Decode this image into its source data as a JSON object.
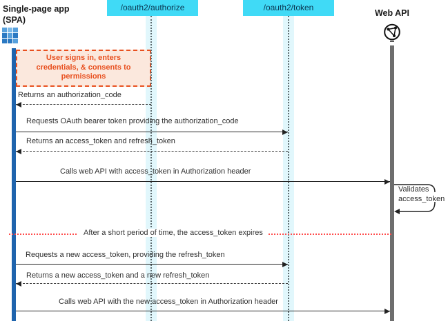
{
  "actors": {
    "spa": {
      "line1": "Single-page app",
      "line2": "(SPA)"
    },
    "authorize": {
      "label": "/oauth2/authorize"
    },
    "token": {
      "label": "/oauth2/token"
    },
    "webapi": {
      "label": "Web API"
    }
  },
  "note": {
    "lines": [
      "User signs in, enters",
      "credentials, & consents to",
      "permissions"
    ]
  },
  "messages": [
    {
      "text": "Returns an authorization_code",
      "style": "dashed",
      "from": "authorize",
      "to": "spa"
    },
    {
      "text": "Requests OAuth bearer token providing the authorization_code",
      "style": "solid",
      "from": "spa",
      "to": "token"
    },
    {
      "text": "Returns an access_token and refresh_token",
      "style": "dashed",
      "from": "token",
      "to": "spa"
    },
    {
      "text": "Calls web API with access_token in Authorization header",
      "style": "solid",
      "from": "spa",
      "to": "webapi"
    },
    {
      "text": "Requests a new access_token, providing the refresh_token",
      "style": "solid",
      "from": "spa",
      "to": "token"
    },
    {
      "text": "Returns a new access_token and a new refresh_token",
      "style": "dashed",
      "from": "token",
      "to": "spa"
    },
    {
      "text": "Calls web API with the new access_token in Authorization header",
      "style": "solid",
      "from": "spa",
      "to": "webapi"
    }
  ],
  "self_message": {
    "line1": "Validates",
    "line2": "access_token",
    "actor": "webapi"
  },
  "separator": {
    "text": "After a short period of time, the access_token expires"
  },
  "colors": {
    "endpoint_bg": "#40DAF6",
    "endpoint_text": "#0A3550",
    "lifeline_band": "#E1F7FC",
    "spa_bar_blue": "#1F64AD",
    "webapi_bar_gray": "#6E6E6E",
    "note_accent": "#E8501F",
    "note_fill": "#FBE8DD",
    "separator_red": "#FF4D4D",
    "arrow": "#222222",
    "app_icon_blue": "#2B79C2"
  }
}
